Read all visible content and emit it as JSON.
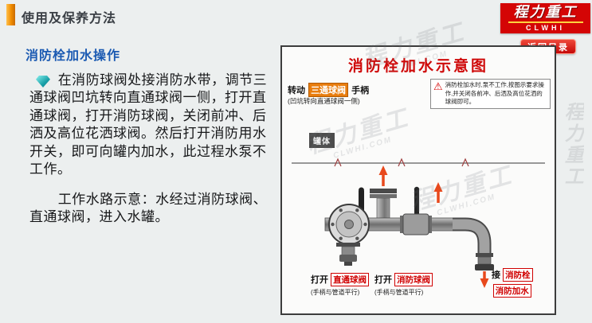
{
  "header": {
    "title": "使用及保养方法",
    "subtitle": "消防栓加水操作"
  },
  "logo": {
    "brand": "程力重工",
    "sub": "CLWHI"
  },
  "nav": {
    "return_label": "返回目录"
  },
  "body": {
    "para1": "在消防球阀处接消防水带，调节三通球阀凹坑转向直通球阀一侧，打开直通球阀，打开消防球阀，关闭前冲、后洒及高位花洒球阀。然后打开消防用水开关，即可向罐内加水，此过程水泵不工作。",
    "para2": "工作水路示意：水经过消防球阀、直通球阀，进入水罐。"
  },
  "diagram": {
    "title": "消防栓加水示意图",
    "rotate": {
      "prefix": "转动",
      "valve": "三通球阀",
      "suffix": "手柄",
      "note": "(凹坑转向直通球阀一侧)"
    },
    "warning": "消防栓加水时,泵不工作,按图示要求操作,并关闭各前冲、后洒及高位花洒的球阀即可。",
    "tank_label": "罐体",
    "open_straight": {
      "action": "打开",
      "valve": "直通球阀",
      "note": "(手柄与管道平行)"
    },
    "open_fire": {
      "action": "打开",
      "valve": "消防球阀",
      "note": "(手柄与管道平行)"
    },
    "connect": {
      "action": "接",
      "valve": "消防栓",
      "note": "消防加水"
    }
  },
  "icons": {
    "warning": "⚠"
  },
  "watermark": {
    "text": "程力重工",
    "sub": "CLWHI.COM"
  },
  "colors": {
    "brand_red": "#d40505",
    "accent_blue": "#1b5ab2",
    "highlight_orange": "#e87d0e",
    "chip_red": "#d00000",
    "flow_arrow": "#e8491d"
  }
}
